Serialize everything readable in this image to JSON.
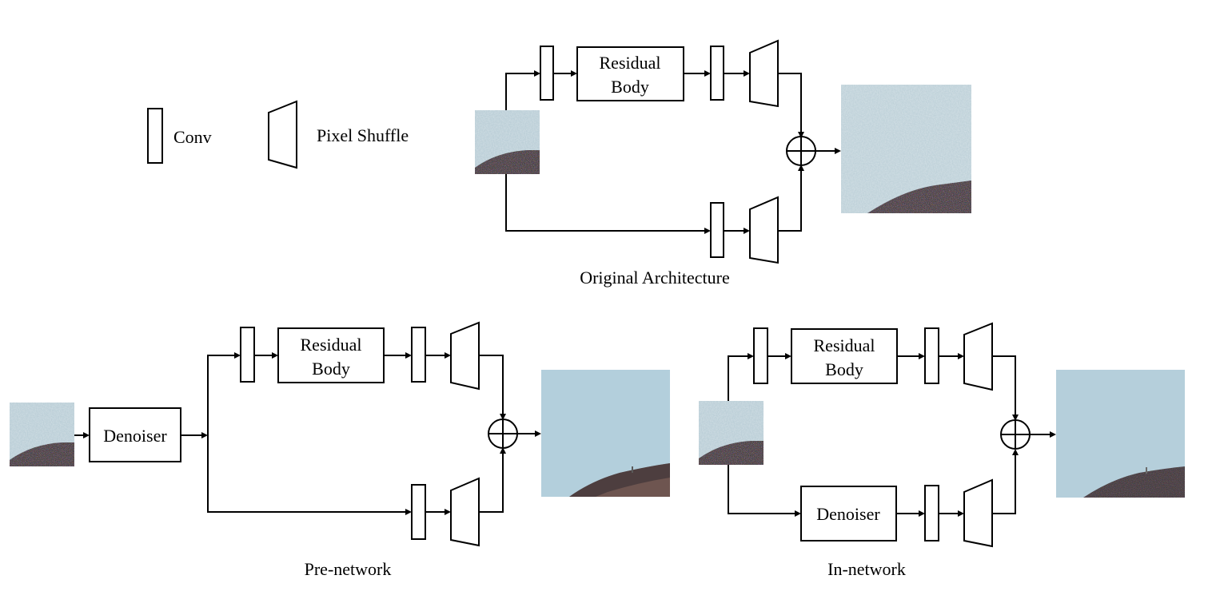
{
  "legend": {
    "conv_label": "Conv",
    "pixel_shuffle_label": "Pixel Shuffle"
  },
  "original": {
    "residual_line1": "Residual",
    "residual_line2": "Body",
    "caption": "Original Architecture"
  },
  "pre_network": {
    "denoiser_label": "Denoiser",
    "residual_line1": "Residual",
    "residual_line2": "Body",
    "caption": "Pre-network"
  },
  "in_network": {
    "denoiser_label": "Denoiser",
    "residual_line1": "Residual",
    "residual_line2": "Body",
    "caption": "In-network"
  },
  "colors": {
    "sky_noisy": "#b9cdd6",
    "sky_clean": "#b3cfdc",
    "hill_dark": "#3b3334",
    "hill_brown": "#7a5a50",
    "stroke": "#000000"
  }
}
